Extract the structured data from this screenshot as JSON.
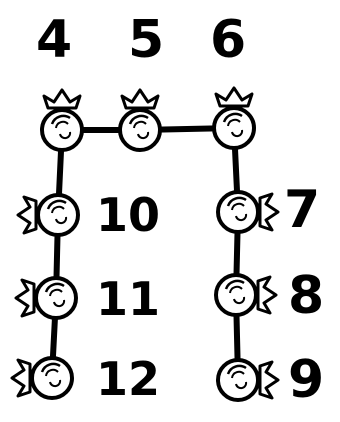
{
  "labels": {
    "n4": "4",
    "n5": "5",
    "n6": "6",
    "n7": "7",
    "n8": "8",
    "n9": "9",
    "n10": "10",
    "n11": "11",
    "n12": "12"
  },
  "colors": {
    "ink": "#000000",
    "background": "#ffffff",
    "bead": "#ffffff"
  }
}
